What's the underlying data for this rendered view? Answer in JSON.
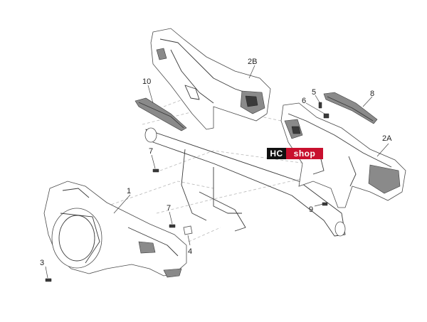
{
  "callouts": {
    "p1": "1",
    "p2a": "2A",
    "p2b": "2B",
    "p3": "3",
    "p4": "4",
    "p5": "5",
    "p6": "6",
    "p7a": "7",
    "p7b": "7",
    "p8": "8",
    "p9": "9",
    "p10": "10"
  },
  "badge": {
    "hc": "HC",
    "shop": "shop"
  },
  "colors": {
    "badge_hc_bg": "#111111",
    "badge_shop_bg": "#c8102e",
    "line": "#3a3a3a"
  }
}
